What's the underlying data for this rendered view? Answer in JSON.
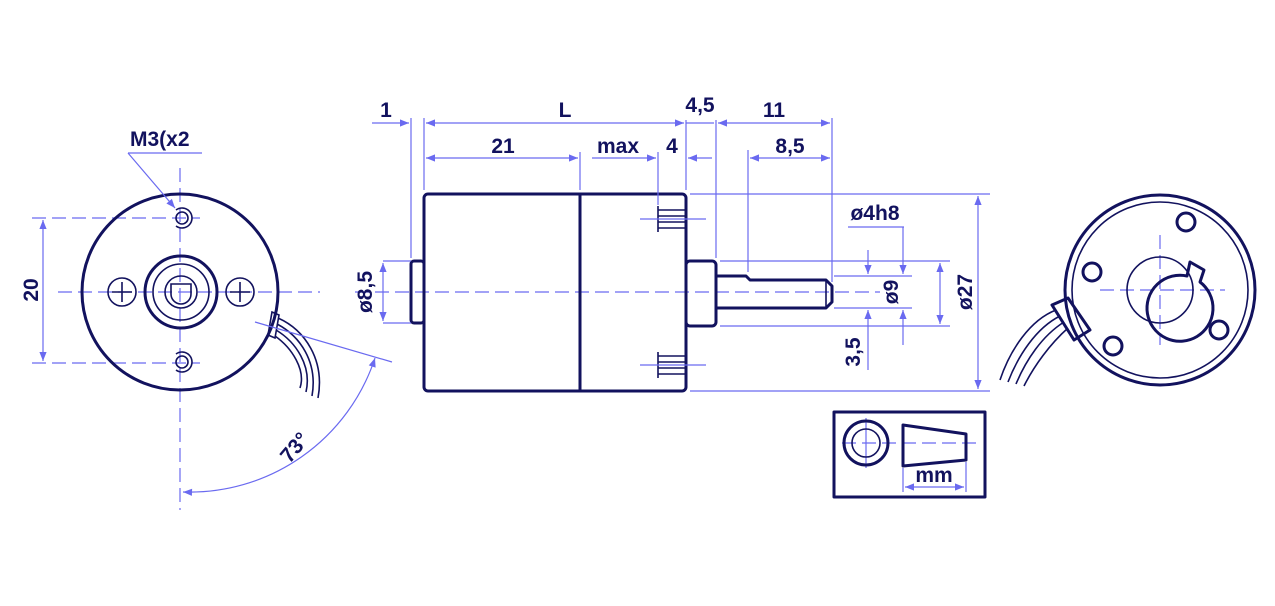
{
  "title": "Gear motor dimensional drawing",
  "colors": {
    "outline": "#12125e",
    "dimension": "#6a6af0"
  },
  "front_view": {
    "thread_label": "M3(x2",
    "hole_spacing": "20",
    "wire_angle": "73°"
  },
  "side_view": {
    "dim_1": "1",
    "dim_L": "L",
    "dim_4_5": "4,5",
    "dim_11": "11",
    "dim_21": "21",
    "dim_max": "max",
    "dim_4": "4",
    "dim_8_5": "8,5",
    "shaft_dia": "ø4h8",
    "boss_left_dia": "ø8,5",
    "boss_right_dia": "ø9",
    "body_dia": "ø27",
    "flat_depth": "3,5"
  },
  "inset": {
    "unit_label": "mm"
  }
}
